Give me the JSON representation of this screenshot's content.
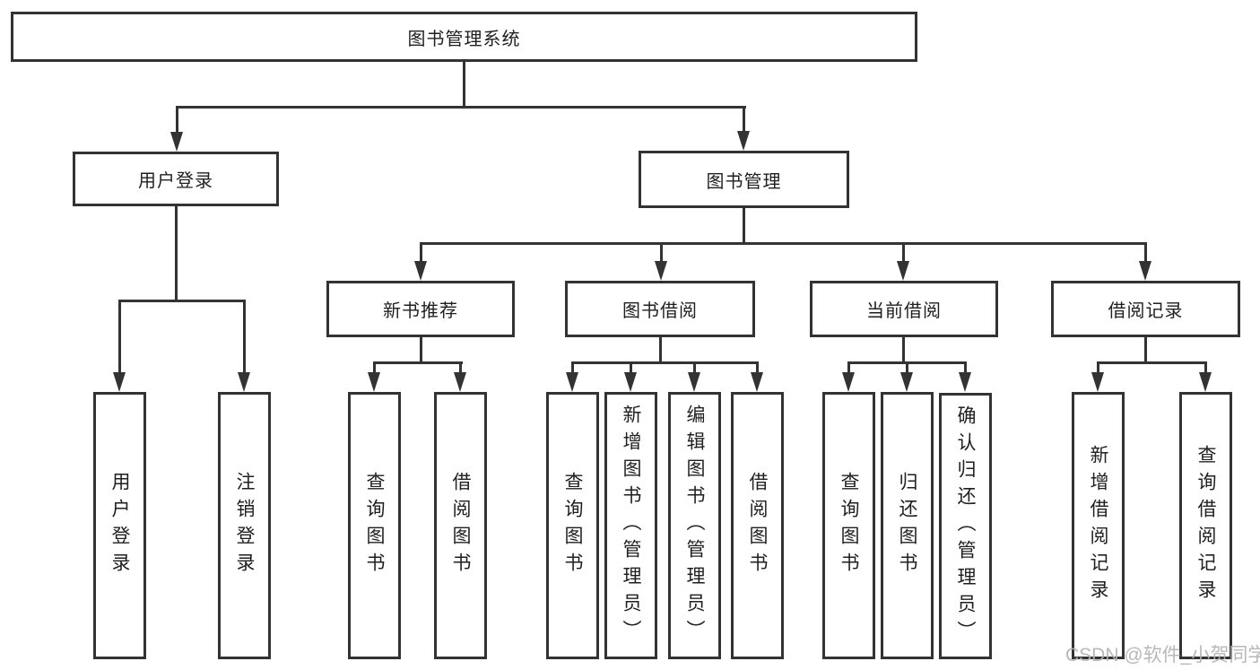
{
  "diagram": {
    "root": {
      "label": "图书管理系统"
    },
    "login": {
      "label": "用户登录",
      "children": [
        {
          "label": "用户登录"
        },
        {
          "label": "注销登录"
        }
      ]
    },
    "mgmt": {
      "label": "图书管理"
    },
    "newbook": {
      "label": "新书推荐",
      "children": [
        {
          "label": "查询图书"
        },
        {
          "label": "借阅图书"
        }
      ]
    },
    "borrow": {
      "label": "图书借阅",
      "children": [
        {
          "label": "查询图书"
        },
        {
          "label": "新增图书（管理员）"
        },
        {
          "label": "编辑图书（管理员）"
        },
        {
          "label": "借阅图书"
        }
      ]
    },
    "current": {
      "label": "当前借阅",
      "children": [
        {
          "label": "查询图书"
        },
        {
          "label": "归还图书"
        },
        {
          "label": "确认归还（管理员）"
        }
      ]
    },
    "records": {
      "label": "借阅记录",
      "children": [
        {
          "label": "新增借阅记录"
        },
        {
          "label": "查询借阅记录"
        }
      ]
    }
  },
  "watermark": "CSDN @软件_小贺同学",
  "colors": {
    "line": "#333333",
    "text": "#1f1f1f",
    "watermark": "#b2b2b2",
    "background": "#ffffff"
  }
}
